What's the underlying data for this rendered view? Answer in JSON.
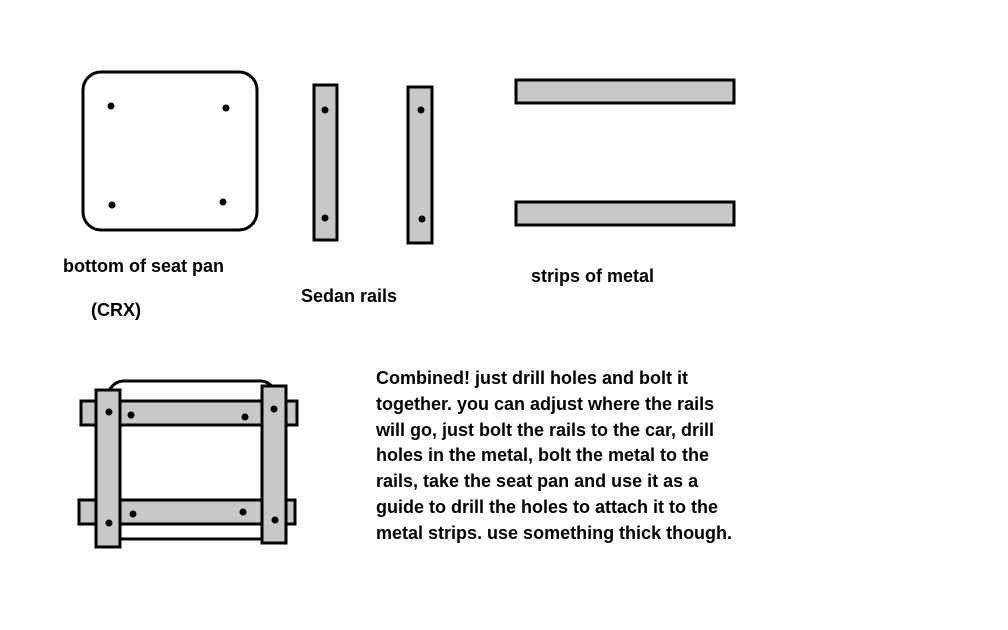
{
  "labels": {
    "seat_pan": "bottom of seat pan",
    "seat_pan_model": "(CRX)",
    "rails": "Sedan rails",
    "strips": "strips of metal"
  },
  "instructions": "Combined! just drill holes and bolt it\ntogether. you can adjust where the rails\nwill go, just bolt the rails to the car, drill\nholes in the metal, bolt the metal to the\nrails, take the seat pan and use it as a\nguide to drill the holes to attach it to the\nmetal strips. use something thick though.",
  "colors": {
    "metal": "#c8c8c8",
    "outline": "#000000",
    "background": "#ffffff"
  }
}
